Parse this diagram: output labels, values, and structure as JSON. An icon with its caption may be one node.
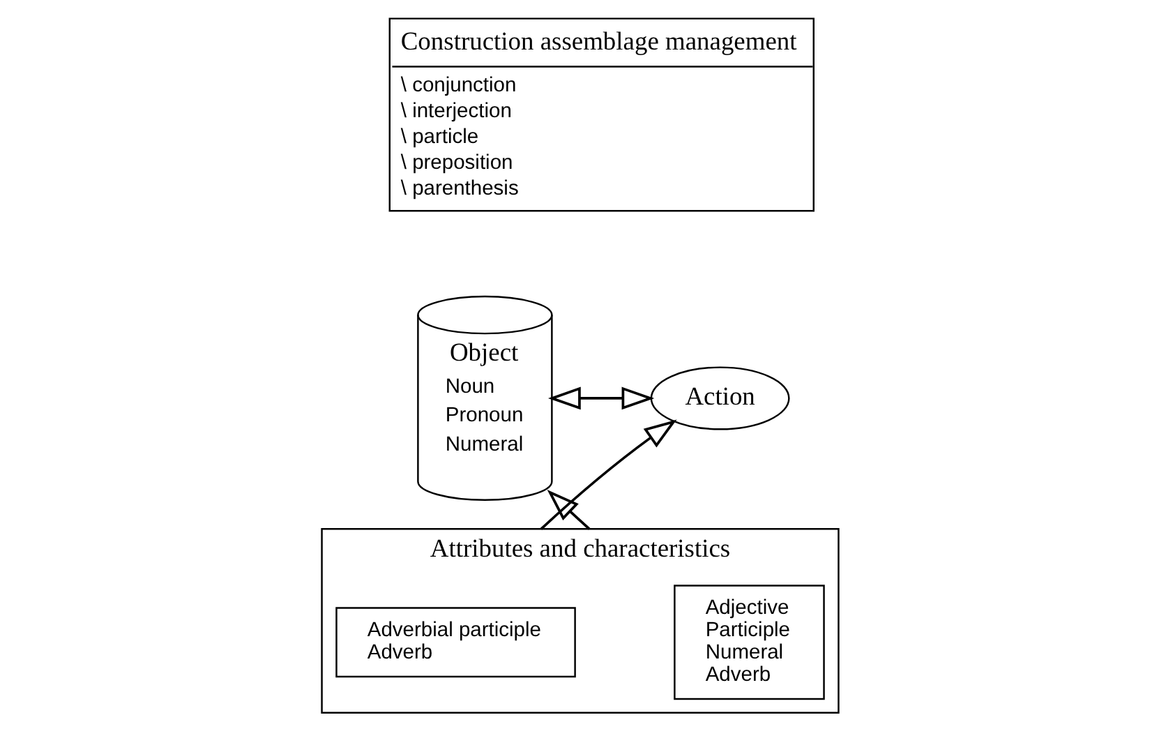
{
  "diagram": {
    "nodes": [
      {
        "text": [
          "Construction assemblage management",
          "\\ conjunction",
          "\\ interjection",
          "\\ particle",
          "\\ preposition",
          "\\ parenthesis"
        ]
      },
      {
        "text": [
          "Object",
          "Noun",
          "Pronoun",
          "Numeral"
        ]
      },
      {
        "text": [
          "Action"
        ]
      },
      {
        "text": [
          "Attributes and characteristics"
        ]
      },
      {
        "text": [
          "Adjective",
          "Participle",
          "Numeral",
          "Adverb"
        ],
        "in": 3
      },
      {
        "text": [
          "Adverbial participle",
          "Adverb"
        ],
        "in": 3
      }
    ],
    "edges": [
      {
        "from": 1,
        "to": 2,
        "arrow": "both"
      },
      {
        "from": 3,
        "to": 1,
        "arrow": "to"
      },
      {
        "from": 3,
        "to": 2,
        "arrow": "to"
      }
    ]
  }
}
